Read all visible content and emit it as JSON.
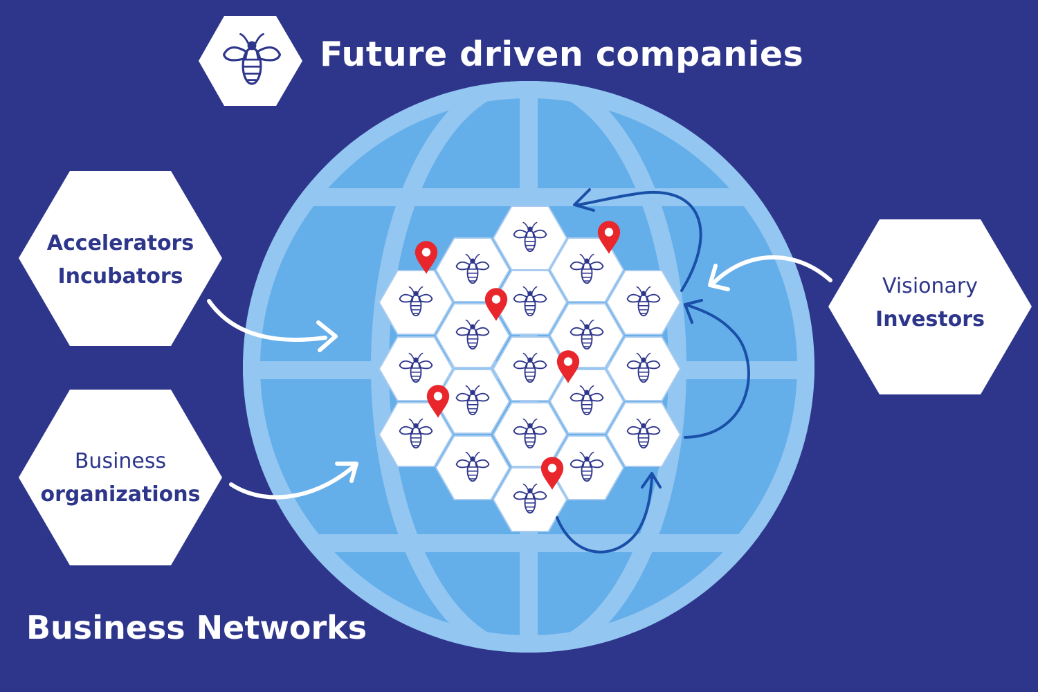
{
  "title": "Future driven companies",
  "footer": "Business Networks",
  "sources": {
    "accelerators": {
      "line1": "Accelerators",
      "line2": "Incubators"
    },
    "business": {
      "line1": "Business",
      "line2": "organizations"
    },
    "investors": {
      "line1": "Visionary",
      "line2": "Investors"
    }
  },
  "icons": {
    "logo": "bee-icon",
    "cell": "bee-icon",
    "pin": "location-pin-icon",
    "globe": "globe-icon",
    "arrow": "curved-arrow-icon"
  },
  "colors": {
    "background": "#2e368b",
    "globe_fill": "#64aeea",
    "globe_lines": "#93c6f0",
    "hex_fill": "#ffffff",
    "hex_border": "#a9cbef",
    "bee": "#2e368b",
    "pin": "#e8262b",
    "arrow_white": "#ffffff",
    "arrow_blue": "#1a4fa8"
  }
}
